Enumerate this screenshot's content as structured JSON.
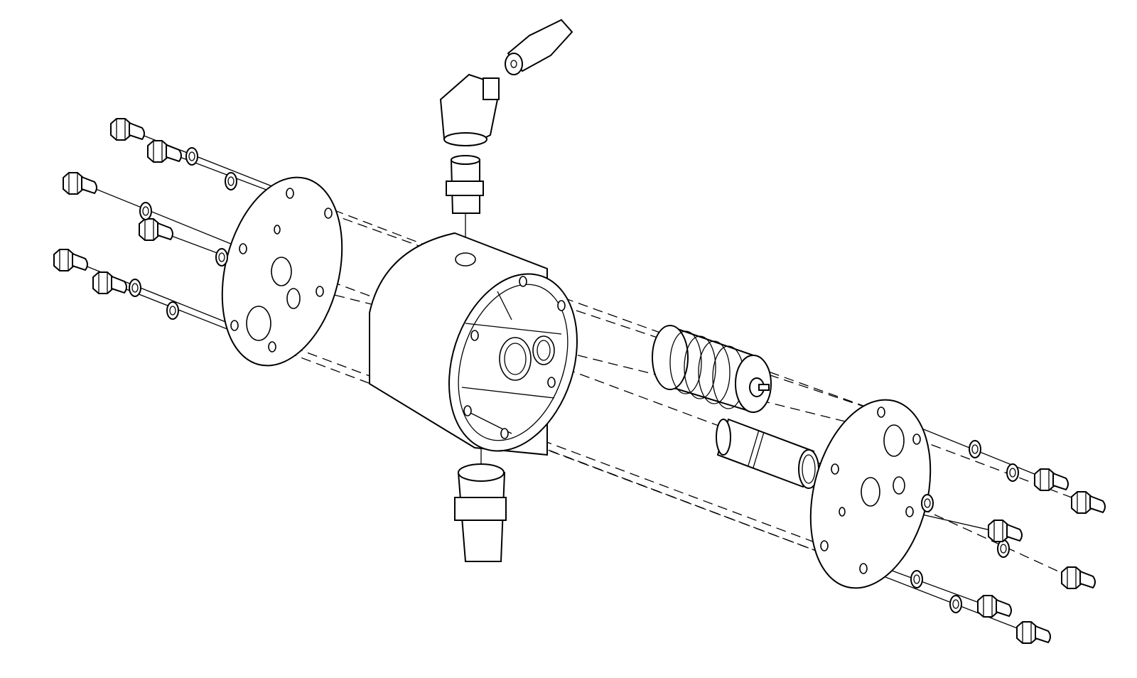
{
  "drawing": {
    "type": "exploded-assembly-line-drawing",
    "colors": {
      "line": "#000000",
      "background": "#ffffff"
    },
    "parts": [
      "left-end-plate",
      "housing-body",
      "right-end-plate",
      "valve-cartridge",
      "sleeve-tube",
      "elbow-fitting",
      "quick-connector",
      "top-nipple",
      "bottom-nipple",
      "bolts",
      "washers"
    ]
  }
}
